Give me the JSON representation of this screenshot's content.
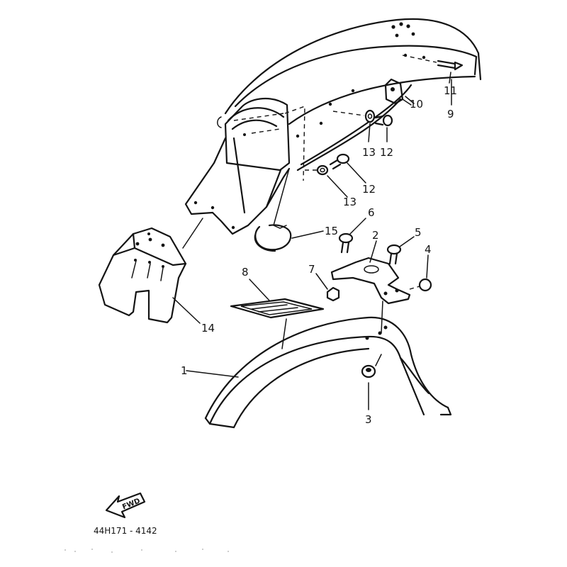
{
  "callouts": {
    "c1": "1",
    "c2": "2",
    "c3": "3",
    "c4": "4",
    "c5": "5",
    "c6": "6",
    "c7": "7",
    "c8": "8",
    "c9": "9",
    "c10": "10",
    "c11": "11",
    "c12a": "12",
    "c12b": "12",
    "c13a": "13",
    "c13b": "13",
    "c14": "14",
    "c15": "15"
  },
  "fwd_label": "FWD",
  "diagram_code": "44H171 - 4142"
}
